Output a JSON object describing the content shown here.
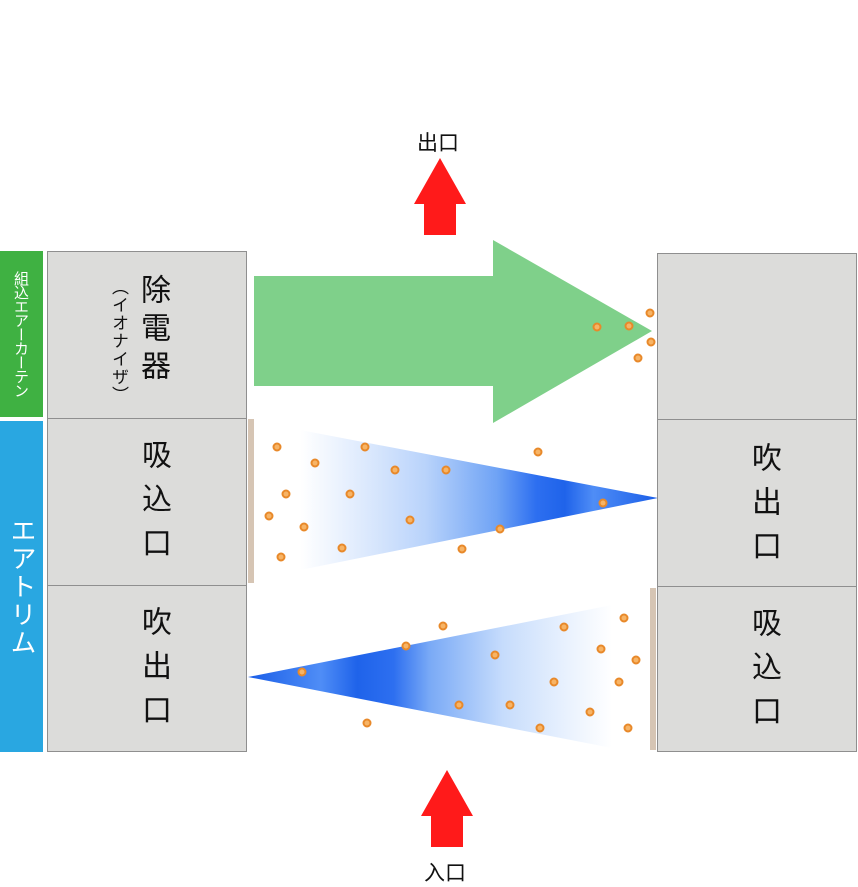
{
  "labels": {
    "exit": "出口",
    "entrance": "入口",
    "built_in_air_curtain": "組込エアーカーテン",
    "air_trim": "エアトリム"
  },
  "left_boxes": {
    "top": {
      "main": "除電器",
      "sub": "（イオナイザ）"
    },
    "middle": {
      "main": "吸込口"
    },
    "bottom": {
      "main": "吹出口"
    }
  },
  "right_boxes": {
    "top": {
      "main": ""
    },
    "middle": {
      "main": "吹出口"
    },
    "bottom": {
      "main": "吸込口"
    }
  },
  "colors": {
    "green_band": "#3fb142",
    "blue_band": "#29a7e1",
    "green_arrow": "#7fd08a",
    "red_arrow": "#ff1a1a",
    "blue_flow": "#1a66ee",
    "particle": "#f39a2e",
    "box_fill": "#dcdcda"
  },
  "icons": {
    "exit_arrow": "up-arrow-icon",
    "entrance_arrow": "up-arrow-icon",
    "airflow_arrow": "right-arrow-icon"
  }
}
